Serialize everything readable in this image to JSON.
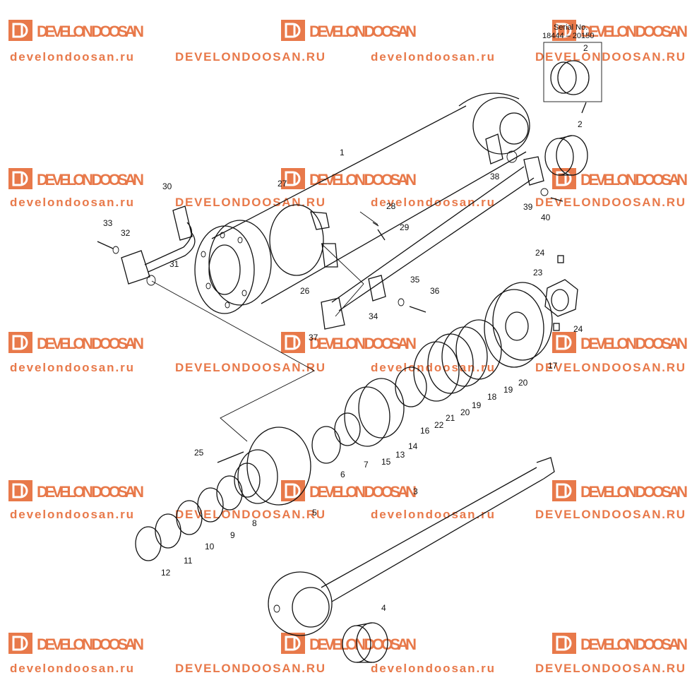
{
  "watermark": {
    "brand": "DEVELON DOOSAN",
    "site_lower": "develondoosan.ru",
    "site_upper": "DEVELONDOOSAN.RU",
    "color": "#e8794a",
    "logo_icon": "doosan-logo-icon"
  },
  "serial_box": {
    "line1": "Serial No.",
    "line2": "18444 – 20150",
    "part_number": "2"
  },
  "callouts": [
    "1",
    "2",
    "3",
    "4",
    "5",
    "6",
    "7",
    "8",
    "9",
    "10",
    "11",
    "12",
    "13",
    "14",
    "15",
    "16",
    "17",
    "18",
    "19",
    "19",
    "20",
    "20",
    "21",
    "22",
    "23",
    "24",
    "24",
    "25",
    "26",
    "27",
    "28",
    "29",
    "30",
    "31",
    "32",
    "33",
    "34",
    "35",
    "36",
    "37",
    "38",
    "39",
    "40"
  ]
}
